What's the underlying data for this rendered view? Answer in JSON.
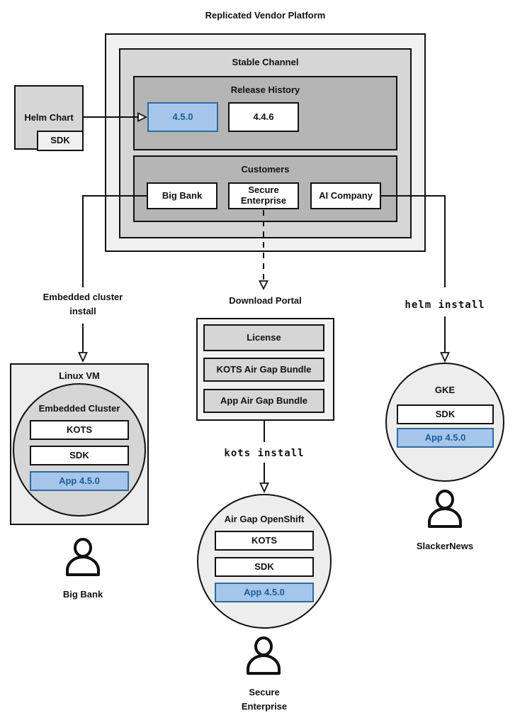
{
  "title": "Replicated Vendor Platform",
  "platform": {
    "stable_channel_label": "Stable Channel",
    "release_history_label": "Release History",
    "releases": [
      "4.5.0",
      "4.4.6"
    ],
    "highlighted_release": "4.5.0",
    "customers_label": "Customers",
    "customers": [
      "Big Bank",
      "Secure Enterprise",
      "AI Company"
    ]
  },
  "helm": {
    "label": "Helm Chart",
    "sdk": "SDK"
  },
  "left_flow": {
    "install_label": "Embedded cluster install",
    "vm_label": "Linux VM",
    "cluster_label": "Embedded Cluster",
    "components": [
      "KOTS",
      "SDK",
      "App 4.5.0"
    ],
    "user": "Big Bank"
  },
  "mid_flow": {
    "portal_label": "Download Portal",
    "portal_items": [
      "License",
      "KOTS Air Gap Bundle",
      "App Air Gap Bundle"
    ],
    "command": "kots install",
    "cluster_label": "Air Gap OpenShift",
    "components": [
      "KOTS",
      "SDK",
      "App 4.5.0"
    ],
    "user": "Secure Enterprise"
  },
  "right_flow": {
    "command": "helm install",
    "cluster_label": "GKE",
    "components": [
      "SDK",
      "App 4.5.0"
    ],
    "user": "SlackerNews"
  },
  "colors": {
    "highlight_fill": "#a5c6ea",
    "highlight_border": "#2e6a9e",
    "highlight_text": "#1b5e9e",
    "gray_light": "#f1f1f1",
    "gray_mid": "#d6d6d6",
    "gray_dark": "#b5b5b5",
    "line": "#111111"
  }
}
